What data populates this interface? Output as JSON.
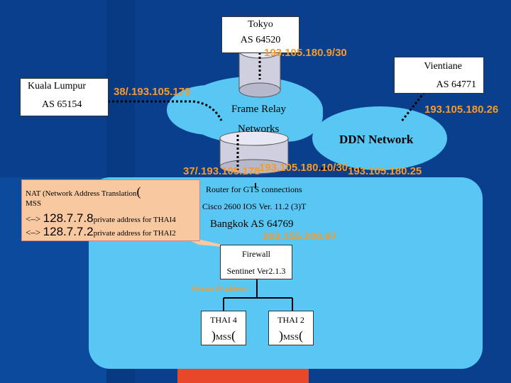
{
  "tokyo": {
    "name": "Tokyo",
    "as": "AS 64520",
    "ip": "193.105.180.9/30"
  },
  "kuala_lumpur": {
    "name": "Kuala Lumpur",
    "as": "AS 65154",
    "ip": "38/.193.105.179"
  },
  "vientiane": {
    "name": "Vientiane",
    "as": "AS 64771",
    "ip": "193.105.180.26"
  },
  "frame_relay": {
    "line1": "Frame Relay",
    "line2": "Networks"
  },
  "ddn": {
    "label": "DDN Network"
  },
  "bangkok_ips": {
    "left": "37/.193.105.178",
    "middle": "193.105.180.10/30",
    "right": "193.105.180.25"
  },
  "nat": {
    "title": "NAT (Network Address Translation",
    "paren": "(",
    "mss": "MSS",
    "lines": [
      {
        "arrow": "<–>",
        "address": "128.7.7.8",
        "note": "private address for THAI4"
      },
      {
        "arrow": "<–>",
        "address": "128.7.7.2",
        "note": "private address for THAI2"
      }
    ]
  },
  "router": {
    "line1": "Router for GTS connections",
    "line2": "Cisco 2600 IOS Ver. 11.2 (3)T"
  },
  "bangkok": {
    "label": "Bangkok AS 64769",
    "ip": "203.155.200.97"
  },
  "firewall": {
    "line1": "Firewall",
    "line2": "Sentinet Ver2.1.3"
  },
  "private_ip": "Private IP address",
  "thai4": {
    "name": "THAI 4",
    "mss": "MSS",
    "open": ")",
    "close": "("
  },
  "thai2": {
    "name": "THAI 2",
    "mss": "MSS",
    "open": ")",
    "close": "("
  },
  "colors": {
    "background": "#0a3f8e",
    "cloud": "#59c7f3",
    "ip_text": "#f79a2b",
    "nat_box": "#f8c9a0"
  }
}
